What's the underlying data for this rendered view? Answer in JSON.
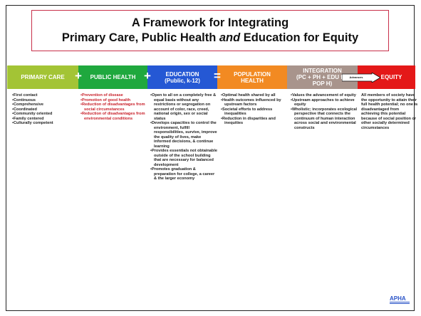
{
  "title": {
    "line1": "A Framework for Integrating",
    "line2_pre": "Primary Care, Public Health ",
    "line2_em": "and",
    "line2_post": " Education for Equity"
  },
  "bands": {
    "primary_care": "PRIMARY CARE",
    "public_health": "PUBLIC HEALTH",
    "education": "EDUCATION\n(Public, k-12)",
    "population_health": "POPULATION\nHEALTH",
    "integration": "INTEGRATION\n(PC + PH + EDU for\nPOP H)",
    "equity": "EQUITY"
  },
  "operators": {
    "plus1": "+",
    "plus2": "+",
    "equals": "="
  },
  "arrow_label": "Advances",
  "primary_care_items": [
    "First contact",
    "Continuous",
    "Comprehensive",
    "Coordinated",
    "Community oriented",
    "Family centered",
    "Culturally competent"
  ],
  "public_health_items": [
    "Prevention of disease",
    "Promotion of good health",
    "Reduction of disadvantages from social circumstances",
    "Reduction of disadvantages from environmental conditions"
  ],
  "education_items": [
    "Open to all on a completely free & equal basis without any restrictions or segregation on account of color, race, creed, national origin, sex or social status",
    "Develops capacities to control the environment, fulfill responsibilities, survive, improve the quality of lives, make informed decisions, & continue learning",
    "Provides essentials not obtainable outside of the school building that are necessary for balanced development",
    "Promotes graduation & preparation for college, a career & the larger economy"
  ],
  "population_health_items": [
    "Optimal health shared by all",
    "Health outcomes influenced by upstream factors",
    "Societal efforts to address inequalities",
    "Reduction in disparities and inequities"
  ],
  "integration_items": [
    "Values the advancement of equity",
    "Upstream approaches to achieve equity",
    "Wholistic; incorporates ecological perspective that connects the continuum of human interaction across social and environmental constructs"
  ],
  "equity_text": "All members of society have the opportunity to attain their full health potential; no one is disadvantaged from achieving this potential because of social position or other socially determined circumstances",
  "logo_text": "APHA",
  "colors": {
    "primary_care": "#a3c435",
    "public_health": "#1fa83e",
    "education": "#2558d4",
    "population_health": "#f28a22",
    "integration": "#a8948c",
    "equity": "#e41818",
    "public_health_text": "#c8202a",
    "title_border": "#c8304a"
  }
}
